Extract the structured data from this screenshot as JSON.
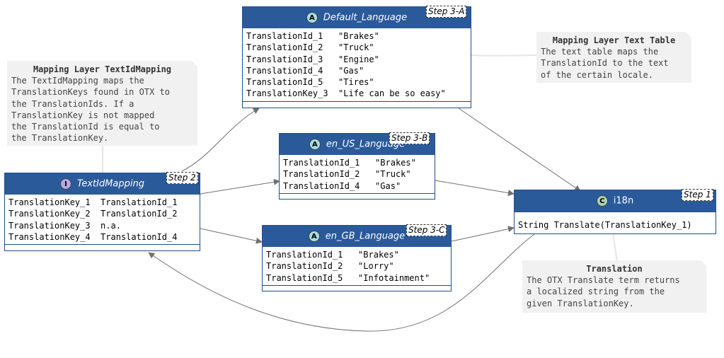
{
  "classes": {
    "default_language": {
      "title": "Default_Language",
      "kind": "A",
      "step": "Step 3-A",
      "rows": [
        "TranslationId_1   \"Brakes\"",
        "TranslationId_2   \"Truck\"",
        "TranslationId_3   \"Engine\"",
        "TranslationId_4   \"Gas\"",
        "TranslationId_5   \"Tires\"",
        "TranslationKey_3  \"Life can be so easy\""
      ]
    },
    "en_us_language": {
      "title": "en_US_Language",
      "kind": "A",
      "step": "Step 3-B",
      "rows": [
        "TranslationId_1   \"Brakes\"",
        "TranslationId_2   \"Truck\"",
        "TranslationId_4   \"Gas\""
      ]
    },
    "en_gb_language": {
      "title": "en_GB_Language",
      "kind": "A",
      "step": "Step 3-C",
      "rows": [
        "TranslationId_1   \"Brakes\"",
        "TranslationId_2   \"Lorry\"",
        "TranslationId_5   \"Infotainment\""
      ]
    },
    "text_id_mapping": {
      "title": "TextIdMapping",
      "kind": "I",
      "step": "Step 2",
      "rows": [
        "TranslationKey_1  TranslationId_1",
        "TranslationKey_2  TranslationId_2",
        "TranslationKey_3  n.a.",
        "TranslationKey_4  TranslationId_4"
      ]
    },
    "i18n": {
      "title": "i18n",
      "kind": "C",
      "step": "Step 1",
      "rows": [
        "String Translate(TranslationKey_1)"
      ]
    }
  },
  "notes": {
    "text_table": {
      "title": "Mapping Layer Text Table",
      "body": "The text table maps the\nTranslationId to the text\nof the certain locale."
    },
    "text_id_mapping": {
      "title": "Mapping Layer TextIdMapping",
      "body": "The TextIdMapping maps the\nTranslationKeys found in OTX to\nthe TranslationIds. If a\nTranslationKey is not mapped\nthe TranslationId is equal to\nthe TranslationKey."
    },
    "translation": {
      "title": "Translation",
      "body": "The OTX Translate term returns\na localized string from the\ngiven TranslationKey."
    }
  },
  "colors": {
    "header": "#2a5a9a",
    "border": "#1f4e8c",
    "note_bg": "#f1f1f1",
    "arrow": "#707070",
    "abstract_circle": "#a9dcdf",
    "interface_circle": "#b4a7e5",
    "class_circle": "#add1b2"
  }
}
